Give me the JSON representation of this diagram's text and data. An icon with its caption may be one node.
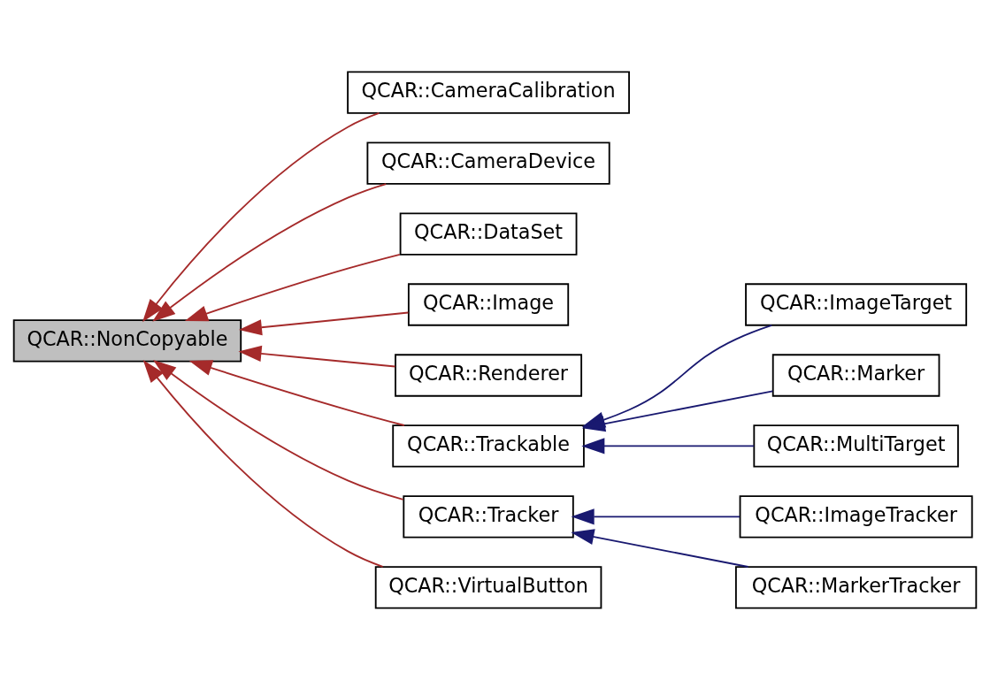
{
  "diagram": {
    "nodes": [
      {
        "text": [
          "QCAR::NonCopyable"
        ]
      },
      {
        "text": [
          "QCAR::CameraCalibration"
        ]
      },
      {
        "text": [
          "QCAR::CameraDevice"
        ]
      },
      {
        "text": [
          "QCAR::DataSet"
        ]
      },
      {
        "text": [
          "QCAR::Image"
        ]
      },
      {
        "text": [
          "QCAR::Renderer"
        ]
      },
      {
        "text": [
          "QCAR::Trackable"
        ]
      },
      {
        "text": [
          "QCAR::Tracker"
        ]
      },
      {
        "text": [
          "QCAR::VirtualButton"
        ]
      },
      {
        "text": [
          "QCAR::ImageTarget"
        ]
      },
      {
        "text": [
          "QCAR::Marker"
        ]
      },
      {
        "text": [
          "QCAR::MultiTarget"
        ]
      },
      {
        "text": [
          "QCAR::ImageTracker"
        ]
      },
      {
        "text": [
          "QCAR::MarkerTracker"
        ]
      }
    ],
    "edges": [
      {
        "from": 1,
        "to": 0,
        "arrow": "to"
      },
      {
        "from": 2,
        "to": 0,
        "arrow": "to"
      },
      {
        "from": 3,
        "to": 0,
        "arrow": "to"
      },
      {
        "from": 4,
        "to": 0,
        "arrow": "to"
      },
      {
        "from": 5,
        "to": 0,
        "arrow": "to"
      },
      {
        "from": 6,
        "to": 0,
        "arrow": "to"
      },
      {
        "from": 7,
        "to": 0,
        "arrow": "to"
      },
      {
        "from": 8,
        "to": 0,
        "arrow": "to"
      },
      {
        "from": 9,
        "to": 6,
        "arrow": "to",
        "color": "#191970"
      },
      {
        "from": 10,
        "to": 6,
        "arrow": "to",
        "color": "#191970"
      },
      {
        "from": 11,
        "to": 6,
        "arrow": "to",
        "color": "#191970"
      },
      {
        "from": 12,
        "to": 7,
        "arrow": "to",
        "color": "#191970"
      },
      {
        "from": 13,
        "to": 7,
        "arrow": "to",
        "color": "#191970"
      }
    ]
  }
}
